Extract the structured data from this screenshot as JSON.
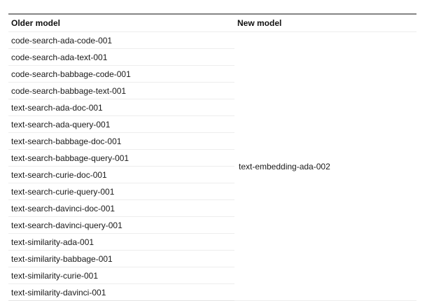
{
  "table": {
    "columns": [
      {
        "key": "older",
        "label": "Older model"
      },
      {
        "key": "newer",
        "label": "New model"
      }
    ],
    "older_models": [
      "code-search-ada-code-001",
      "code-search-ada-text-001",
      "code-search-babbage-code-001",
      "code-search-babbage-text-001",
      "text-search-ada-doc-001",
      "text-search-ada-query-001",
      "text-search-babbage-doc-001",
      "text-search-babbage-query-001",
      "text-search-curie-doc-001",
      "text-search-curie-query-001",
      "text-search-davinci-doc-001",
      "text-search-davinci-query-001",
      "text-similarity-ada-001",
      "text-similarity-babbage-001",
      "text-similarity-curie-001",
      "text-similarity-davinci-001"
    ],
    "new_model": "text-embedding-ada-002"
  },
  "colors": {
    "page_background": "#ffffff",
    "top_rule": "#858585",
    "row_separator": "#ededed",
    "text": "#1a1a1a",
    "header_text": "#101010"
  }
}
